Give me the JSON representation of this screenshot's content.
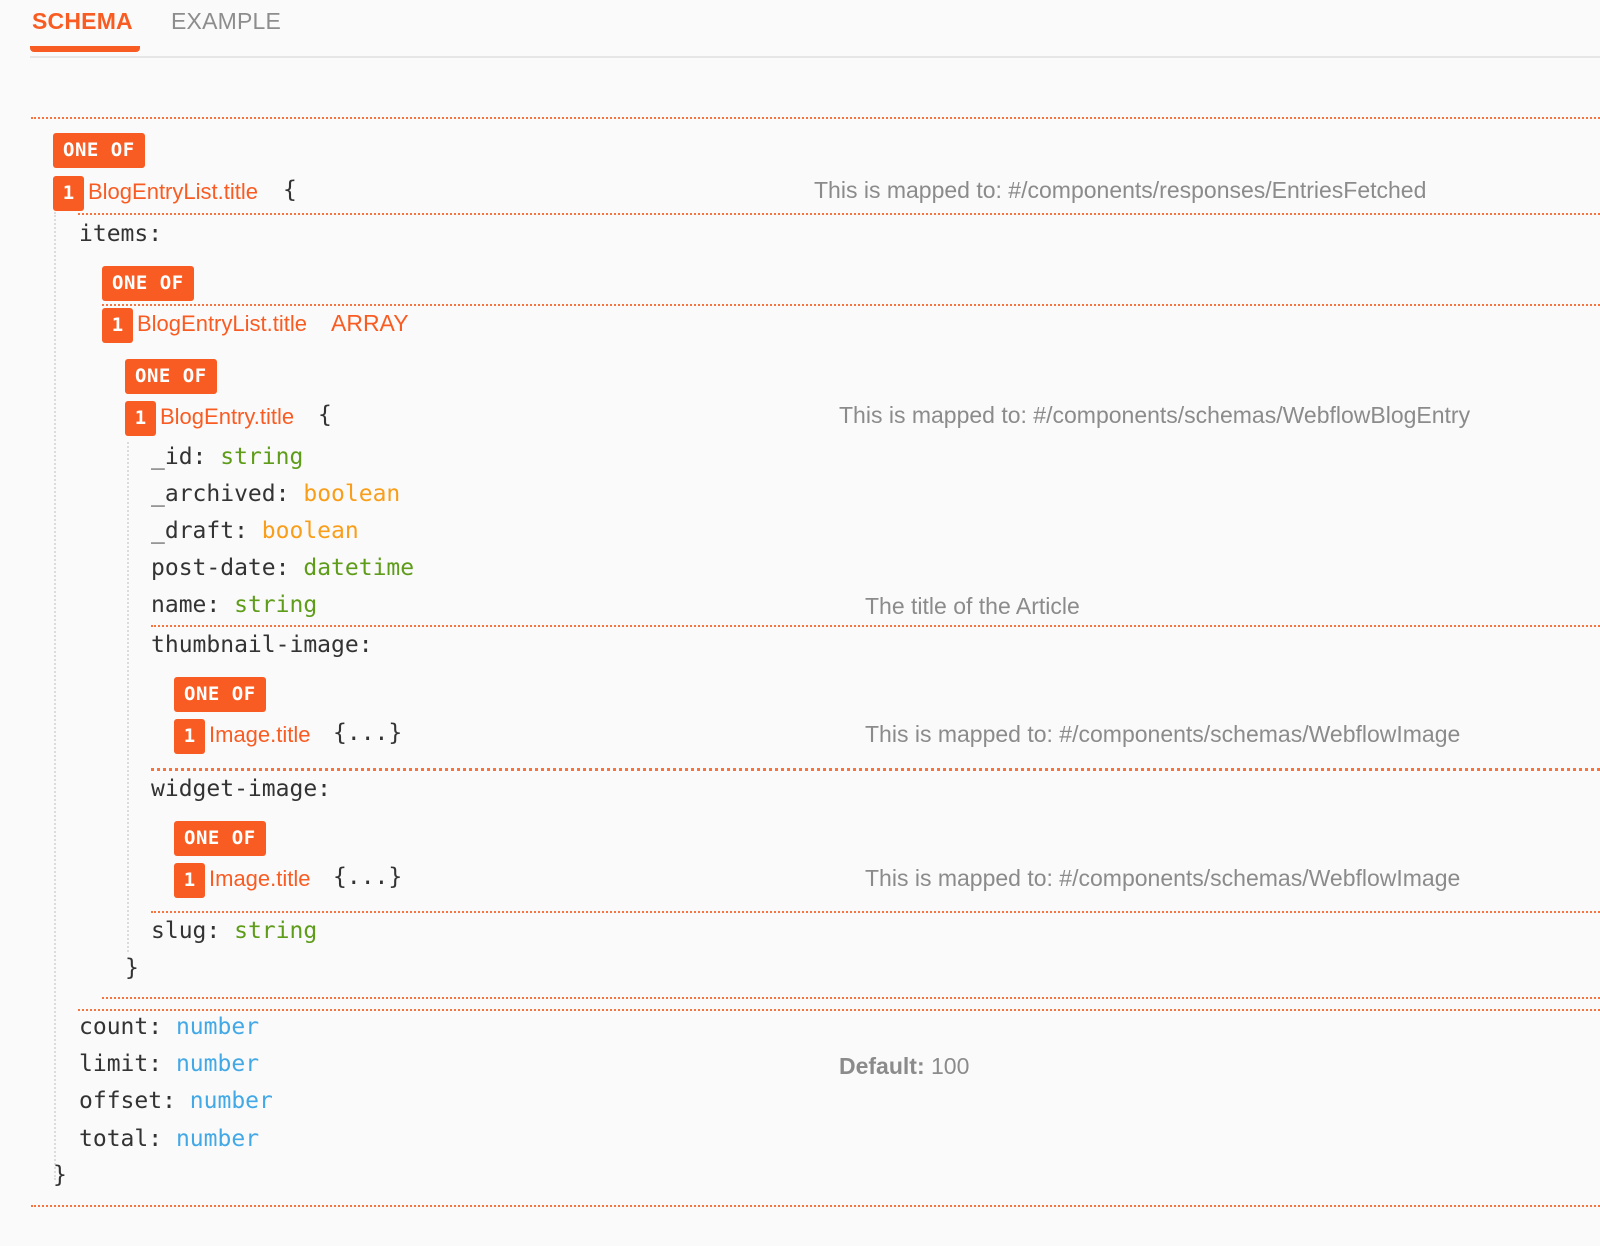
{
  "tabs": [
    {
      "label": "SCHEMA",
      "active": true
    },
    {
      "label": "EXAMPLE",
      "active": false
    }
  ],
  "colors": {
    "accent": "#f95c22",
    "string": "#5e9c1a",
    "boolean": "#f99e1a",
    "number": "#42a8e6",
    "description": "#8b8b8b"
  },
  "schema": {
    "one_of_label": "ONE OF",
    "root": {
      "option_index": "1",
      "ref": "BlogEntryList.title",
      "open": "{",
      "close": "}",
      "mapped": "This is mapped to: #/components/responses/EntriesFetched",
      "items": {
        "key": "items:",
        "option_index": "1",
        "ref": "BlogEntryList.title",
        "type": "ARRAY",
        "entry": {
          "option_index": "1",
          "ref": "BlogEntry.title",
          "open": "{",
          "close": "}",
          "mapped": "This is mapped to: #/components/schemas/WebflowBlogEntry",
          "fields": [
            {
              "key": "_id:",
              "type": "string"
            },
            {
              "key": "_archived:",
              "type": "boolean"
            },
            {
              "key": "_draft:",
              "type": "boolean"
            },
            {
              "key": "post-date:",
              "type": "datetime"
            },
            {
              "key": "name:",
              "type": "string",
              "description": "The title of the Article"
            },
            {
              "key": "thumbnail-image:",
              "option_index": "1",
              "ref": "Image.title",
              "collapsed": "{...}",
              "mapped": "This is mapped to: #/components/schemas/WebflowImage"
            },
            {
              "key": "widget-image:",
              "option_index": "1",
              "ref": "Image.title",
              "collapsed": "{...}",
              "mapped": "This is mapped to: #/components/schemas/WebflowImage"
            },
            {
              "key": "slug:",
              "type": "string"
            }
          ]
        }
      },
      "fields": [
        {
          "key": "count:",
          "type": "number"
        },
        {
          "key": "limit:",
          "type": "number",
          "default_label": "Default:",
          "default_value": "100"
        },
        {
          "key": "offset:",
          "type": "number"
        },
        {
          "key": "total:",
          "type": "number"
        }
      ]
    }
  }
}
